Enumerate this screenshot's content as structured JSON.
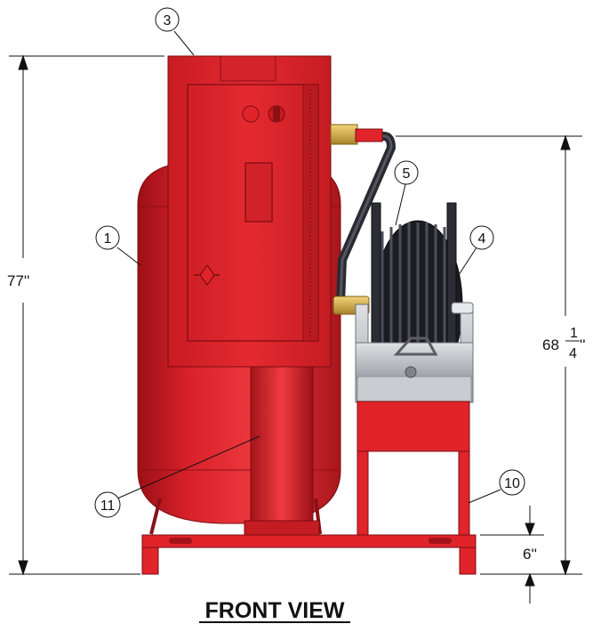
{
  "diagram": {
    "title": "FRONT VIEW",
    "dimensions": {
      "overall_height": "77''",
      "reel_height_whole": "68",
      "reel_height_num": "1",
      "reel_height_den": "4",
      "reel_height_unit": "''",
      "clearance": "6''"
    },
    "callouts": [
      "1",
      "3",
      "4",
      "5",
      "10",
      "11"
    ],
    "colors": {
      "body_red": "#e0242a",
      "dark_red": "#a3141a",
      "hose_black": "#1c1c22",
      "brass": "#c9a24a",
      "steel": "#b9bcc2"
    }
  }
}
